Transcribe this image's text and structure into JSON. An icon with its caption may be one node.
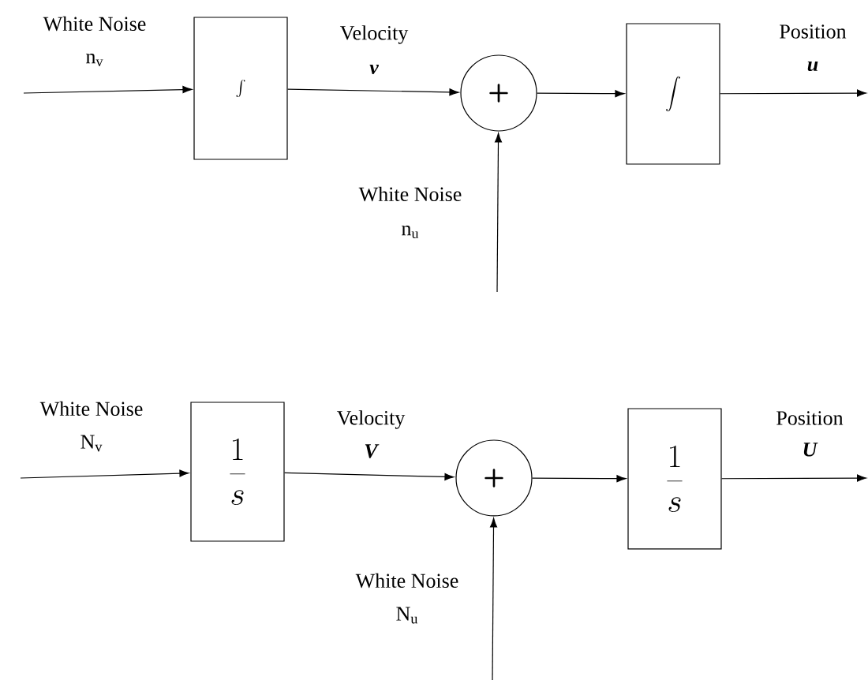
{
  "diagram": {
    "nodes": [
      {
        "text": [
          "\\int"
        ]
      },
      {
        "text": [
          "+"
        ]
      },
      {
        "text": [
          "\\int"
        ]
      },
      {
        "text": [
          "\\frac{1}{s}"
        ]
      },
      {
        "text": [
          "+"
        ]
      },
      {
        "text": [
          "\\frac{1}{s}"
        ]
      }
    ],
    "edges": [
      {
        "from": null,
        "to": 0,
        "arrow": "to"
      },
      {
        "from": 0,
        "to": 1,
        "arrow": "to"
      },
      {
        "from": null,
        "to": 1,
        "arrow": "to"
      },
      {
        "from": 1,
        "to": 2,
        "arrow": "to"
      },
      {
        "from": 2,
        "to": null,
        "arrow": "to"
      },
      {
        "from": null,
        "to": 3,
        "arrow": "to"
      },
      {
        "from": 3,
        "to": 4,
        "arrow": "to"
      },
      {
        "from": null,
        "to": 4,
        "arrow": "to"
      },
      {
        "from": 4,
        "to": 5,
        "arrow": "to"
      },
      {
        "from": 5,
        "to": null,
        "arrow": "to"
      }
    ],
    "labels": [
      "White Noise",
      "n$_{v}$",
      "Velocity",
      "v",
      "White Noise",
      "n$_{u}$",
      "Position",
      "u",
      "White Noise",
      "N$_{v}$",
      "Velocity",
      "V",
      "White Noise",
      "N$_{u}$",
      "Position",
      "U"
    ]
  }
}
